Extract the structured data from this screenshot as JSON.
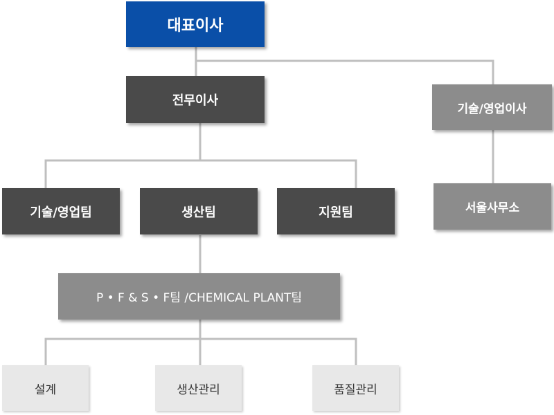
{
  "org_chart": {
    "ceo": "대표이사",
    "managing_director": "전무이사",
    "tech_sales_director": "기술/영업이사",
    "tech_sales_team": "기술/영업팀",
    "production_team": "생산팀",
    "support_team": "지원팀",
    "seoul_office": "서울사무소",
    "plant_team": "P • F & S • F팀 /CHEMICAL PLANT팀",
    "design": "설계",
    "production_management": "생산관리",
    "quality_management": "품질관리"
  },
  "colors": {
    "ceo_box": "#0a4fa8",
    "dark_box": "#4a4a4a",
    "mid_box": "#8c8c8c",
    "light_box": "#e8e8e8",
    "connector": "#bfbfbf"
  }
}
